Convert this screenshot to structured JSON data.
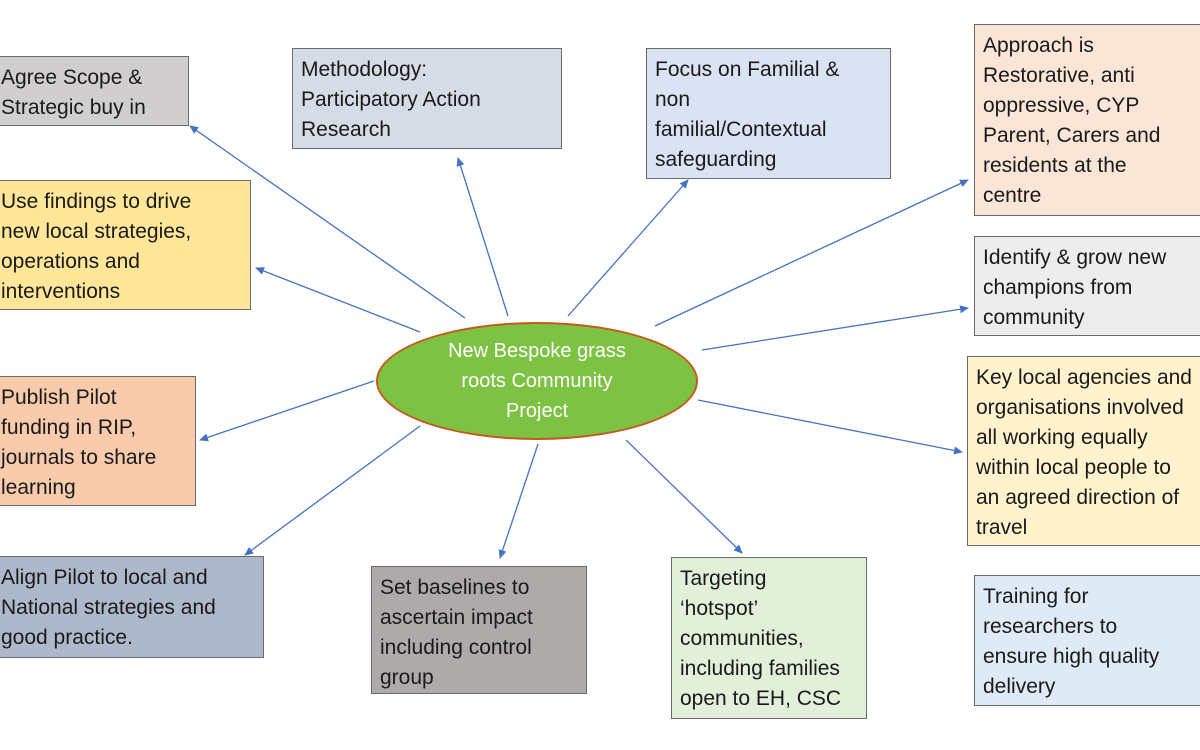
{
  "colors": {
    "center_fill": "#7dc242",
    "center_border": "#c55a1a",
    "center_text": "#ffffff",
    "arrow": "#4472c4",
    "box_border": "#6b6b6b"
  },
  "center": {
    "line1": "New Bespoke grass",
    "line2": "roots Community",
    "line3": "Project"
  },
  "boxes": {
    "scope": "Agree Scope &\nStrategic buy in",
    "methodology": "Methodology:\nParticipatory Action\nResearch",
    "familial": "Focus on Familial &\nnon\nfamilial/Contextual\nsafeguarding",
    "approach": "Approach is\nRestorative, anti\noppressive, CYP\nParent, Carers and\nresidents at the\ncentre",
    "findings": "Use findings to drive\nnew local strategies,\noperations and\ninterventions",
    "identify": "Identify & grow new\nchampions from\ncommunity",
    "publish": "Publish Pilot\nfunding in RIP,\njournals to share\nlearning",
    "agencies": "Key local agencies and\norganisations involved\nall working equally\nwithin local people to\nan agreed direction of\ntravel",
    "align": "Align Pilot to local and\nNational strategies and\ngood practice.",
    "baselines": "Set baselines to\nascertain impact\nincluding control\ngroup",
    "targeting": "Targeting\n‘hotspot’\ncommunities,\nincluding families\nopen to EH, CSC",
    "training": "Training for\nresearchers to\nensure high quality\ndelivery"
  }
}
